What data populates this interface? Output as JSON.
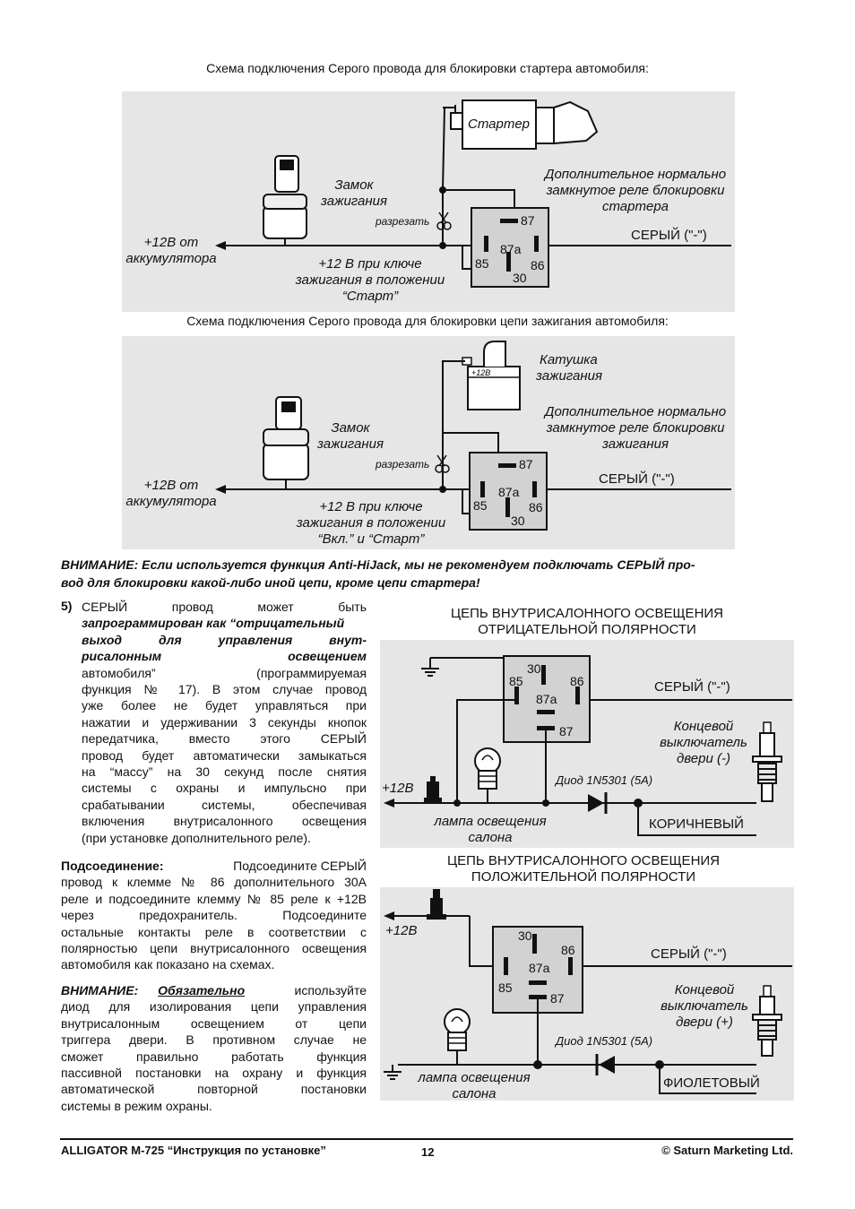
{
  "diagram1": {
    "caption": "Схема подключения Серого провода для блокировки стартера автомобиля:",
    "starter": "Стартер",
    "ignition_lock": [
      "Замок",
      "зажигания"
    ],
    "relay_desc": [
      "Дополнительное нормально",
      "замкнутое реле блокировки",
      "стартера"
    ],
    "battery": [
      "+12В от",
      "аккумулятора"
    ],
    "cut": "разрезать",
    "key_note": [
      "+12 В при ключе",
      "зажигания в положении",
      "“Старт”"
    ],
    "gray": "СЕРЫЙ (\"-\")",
    "pins": {
      "p87": "87",
      "p87a": "87a",
      "p85": "85",
      "p86": "86",
      "p30": "30"
    }
  },
  "diagram2": {
    "caption": "Схема подключения Серого провода для блокировки цепи зажигания автомобиля:",
    "coil": [
      "Катушка",
      "зажигания"
    ],
    "coil_label": "+12В",
    "ignition_lock": [
      "Замок",
      "зажигания"
    ],
    "relay_desc": [
      "Дополнительное нормально",
      "замкнутое реле блокировки",
      "зажигания"
    ],
    "battery": [
      "+12В от",
      "аккумулятора"
    ],
    "cut": "разрезать",
    "key_note": [
      "+12 В при ключе",
      "зажигания в положении",
      "“Вкл.” и “Старт”"
    ],
    "gray": "СЕРЫЙ (\"-\")",
    "pins": {
      "p87": "87",
      "p87a": "87a",
      "p85": "85",
      "p86": "86",
      "p30": "30"
    }
  },
  "warning": [
    "ВНИМАНИЕ: Если используется функция Anti-HiJack, мы не рекомендуем подключать СЕРЫЙ про-",
    "вод для блокировки какой-либо иной цепи, кроме цепи стартера!"
  ],
  "diagram3": {
    "title": [
      "ЦЕПЬ ВНУТРИСАЛОННОГО ОСВЕЩЕНИЯ",
      "ОТРИЦАТЕЛЬНОЙ ПОЛЯРНОСТИ"
    ],
    "gray": "СЕРЫЙ (\"-\")",
    "switch": [
      "Концевой",
      "выключатель",
      "двери (-)"
    ],
    "plus12": "+12В",
    "diode": "Диод 1N5301 (5А)",
    "lamp": [
      "лампа освещения",
      "салона"
    ],
    "brown": "КОРИЧНЕВЫЙ",
    "pins": {
      "p87": "87",
      "p87a": "87a",
      "p85": "85",
      "p86": "86",
      "p30": "30"
    }
  },
  "diagram4": {
    "title": [
      "ЦЕПЬ ВНУТРИСАЛОННОГО ОСВЕЩЕНИЯ",
      "ПОЛОЖИТЕЛЬНОЙ ПОЛЯРНОСТИ"
    ],
    "gray": "СЕРЫЙ (\"-\")",
    "switch": [
      "Концевой",
      "выключатель",
      "двери (+)"
    ],
    "plus12": "+12В",
    "diode": "Диод 1N5301 (5А)",
    "lamp": [
      "лампа освещения",
      "салона"
    ],
    "violet": "ФИОЛЕТОВЫЙ",
    "pins": {
      "p87": "87",
      "p87a": "87a",
      "p85": "85",
      "p86": "86",
      "p30": "30"
    }
  },
  "item5": {
    "number": "5)",
    "lines": [
      "СЕРЫЙ провод может быть",
      "запрограммирован как “отрицательный",
      "выход для управления внут-",
      "рисалонным освещением",
      "автомобиля” (программируемая",
      "функция № 17). В этом случае провод",
      "уже более не будет управляться при",
      "нажатии и удерживании 3 секунды кнопок",
      "передатчика, вместо этого СЕРЫЙ",
      "провод будет автоматически замыкаться",
      "на “массу” на 30 секунд после снятия",
      "системы с охраны и импульсно при",
      "срабатывании системы, обеспечивая",
      "включения внутрисалонного освещения",
      "(при установке дополнительного реле)."
    ]
  },
  "connection": {
    "label": "Подсоединение:",
    "lines": [
      "Подсоедините СЕРЫЙ",
      "провод к клемме № 86 дополнительного 30А",
      "реле и подсоедините клемму № 85 реле к +12В",
      "через предохранитель. Подсоедините",
      "остальные контакты реле в соответствии с",
      "полярностью цепи внутрисалонного освещения",
      "автомобиля как показано на схемах."
    ]
  },
  "attention": {
    "label": "ВНИМАНИЕ:",
    "underlined": "Обязательно",
    "lines": [
      "используйте",
      "диод для изолирования цепи управления",
      "внутрисалонным освещением от цепи",
      "триггера двери. В противном случае не",
      "сможет правильно работать функция",
      "пассивной постановки на охрану и функция",
      "автоматической повторной постановки",
      "системы в режим охраны."
    ]
  },
  "footer": {
    "left": "ALLIGATOR M-725 “Инструкция по установке”",
    "page": "12",
    "right": "© Saturn Marketing Ltd."
  }
}
